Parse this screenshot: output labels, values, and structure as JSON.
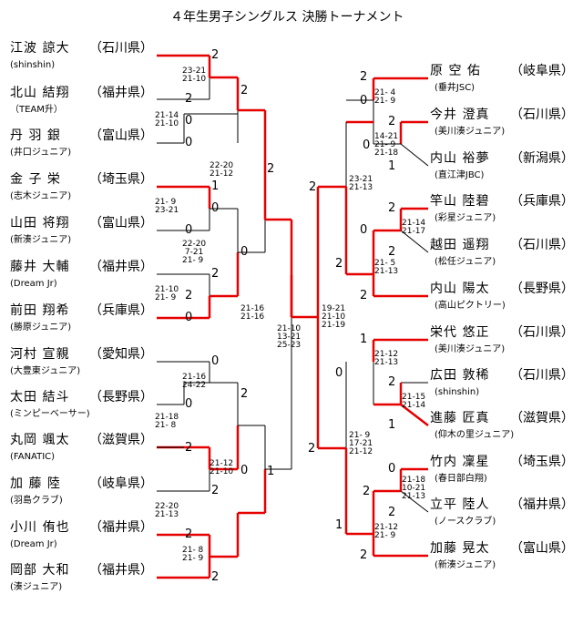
{
  "title": "４年生男子シングルス 決勝トーナメント",
  "left_players": [
    {
      "name": "江波 諒大",
      "pref": "（石川県）",
      "club": "(shinshin)"
    },
    {
      "name": "北山 結翔",
      "pref": "（福井県）",
      "club": "（TEAM升）"
    },
    {
      "name": "丹 羽 銀",
      "pref": "（富山県）",
      "club": "(井口ジュニア)"
    },
    {
      "name": "金 子 栄",
      "pref": "（埼玉県）",
      "club": "(志木ジュニア)"
    },
    {
      "name": "山田 将翔",
      "pref": "（富山県）",
      "club": "(新湊ジュニア)"
    },
    {
      "name": "藤井 大輔",
      "pref": "（福井県）",
      "club": "(Dream Jr)"
    },
    {
      "name": "前田 翔希",
      "pref": "（兵庫県）",
      "club": "(勝原ジュニア)"
    },
    {
      "name": "河村 宣親",
      "pref": "（愛知県）",
      "club": "(大豊東ジュニア)"
    },
    {
      "name": "太田 結斗",
      "pref": "（長野県）",
      "club": "(ミンピーベーサー)"
    },
    {
      "name": "丸岡 颯太",
      "pref": "（滋賀県）",
      "club": "(FANATIC)"
    },
    {
      "name": "加 藤 陸",
      "pref": "（岐阜県）",
      "club": "(羽島クラブ)"
    },
    {
      "name": "小川 侑也",
      "pref": "（福井県）",
      "club": "(Dream Jr)"
    },
    {
      "name": "岡部 大和",
      "pref": "（福井県）",
      "club": "(湊ジュニア)"
    }
  ],
  "right_players": [
    {
      "name": "原 空 佑",
      "pref": "（岐阜県）",
      "club": "(垂井JSC)"
    },
    {
      "name": "今井 澄真",
      "pref": "（石川県）",
      "club": "(美川湊ジュニア)"
    },
    {
      "name": "内山 裕夢",
      "pref": "（新潟県）",
      "club": "(直江津JBC)"
    },
    {
      "name": "竿山 陸碧",
      "pref": "（兵庫県）",
      "club": "(彩星ジュニア)"
    },
    {
      "name": "越田 遥翔",
      "pref": "（石川県）",
      "club": "(松任ジュニア)"
    },
    {
      "name": "内山 陽太",
      "pref": "（長野県）",
      "club": "(高山ピクトリー)"
    },
    {
      "name": "栄代 悠正",
      "pref": "（石川県）",
      "club": "(美川湊ジュニア)"
    },
    {
      "name": "広田 敦稀",
      "pref": "（石川県）",
      "club": "(shinshin)"
    },
    {
      "name": "進藤 匠真",
      "pref": "（滋賀県）",
      "club": "(仰木の里ジュニア)"
    },
    {
      "name": "竹内 凜星",
      "pref": "（埼玉県）",
      "club": "(春日部白翔)"
    },
    {
      "name": "立平 陸人",
      "pref": "（福井県）",
      "club": "(ノースクラブ)"
    },
    {
      "name": "加藤 晃太",
      "pref": "（富山県）",
      "club": "(新湊ジュニア)"
    }
  ],
  "game_scores": [
    {
      "text": "2"
    },
    {
      "text": "2"
    },
    {
      "text": "0"
    },
    {
      "text": "0"
    },
    {
      "text": "2"
    },
    {
      "text": "2"
    },
    {
      "text": "1"
    },
    {
      "text": "0"
    },
    {
      "text": "0"
    },
    {
      "text": "2"
    },
    {
      "text": "2"
    },
    {
      "text": "0"
    },
    {
      "text": "0"
    },
    {
      "text": "0"
    },
    {
      "text": "2"
    },
    {
      "text": "0"
    },
    {
      "text": "2"
    },
    {
      "text": "0"
    },
    {
      "text": "2"
    },
    {
      "text": "2"
    },
    {
      "text": "2"
    },
    {
      "text": "1"
    },
    {
      "text": "2"
    },
    {
      "text": "0"
    },
    {
      "text": "2"
    },
    {
      "text": "0"
    },
    {
      "text": "1"
    },
    {
      "text": "2"
    },
    {
      "text": "2"
    },
    {
      "text": "0"
    },
    {
      "text": "2"
    },
    {
      "text": "2"
    },
    {
      "text": "2"
    },
    {
      "text": "1"
    },
    {
      "text": "0"
    },
    {
      "text": "2"
    },
    {
      "text": "1"
    },
    {
      "text": "2"
    },
    {
      "text": "0"
    },
    {
      "text": "2"
    },
    {
      "text": "2"
    },
    {
      "text": "1"
    },
    {
      "text": "2"
    }
  ],
  "set_scores": [
    {
      "text": "23-21\n21-10"
    },
    {
      "text": "21-14\n21-10"
    },
    {
      "text": "22-20\n21-12"
    },
    {
      "text": "21- 9\n23-21"
    },
    {
      "text": "22-20\n 7-21\n21- 9"
    },
    {
      "text": "21-10\n21- 9"
    },
    {
      "text": "21-16\n21-16"
    },
    {
      "text": "21-16\n24-22"
    },
    {
      "text": "21-18\n21- 8"
    },
    {
      "text": "21-12\n21-10"
    },
    {
      "text": "22-20\n21-13"
    },
    {
      "text": "21- 8\n21- 9"
    },
    {
      "text": "21-10\n13-21\n25-23"
    },
    {
      "text": "19-21\n21-10\n21-19"
    },
    {
      "text": "21- 4\n21- 9"
    },
    {
      "text": "14-21\n21- 9\n21-18"
    },
    {
      "text": "23-21\n21-13"
    },
    {
      "text": "21-14\n21-17"
    },
    {
      "text": "21- 5\n21-13"
    },
    {
      "text": "21-12\n21-13"
    },
    {
      "text": "21-15\n21-14"
    },
    {
      "text": "21- 9\n17-21\n21-12"
    },
    {
      "text": "21-18\n10-21\n21-13"
    },
    {
      "text": "21-12\n21- 9"
    }
  ]
}
